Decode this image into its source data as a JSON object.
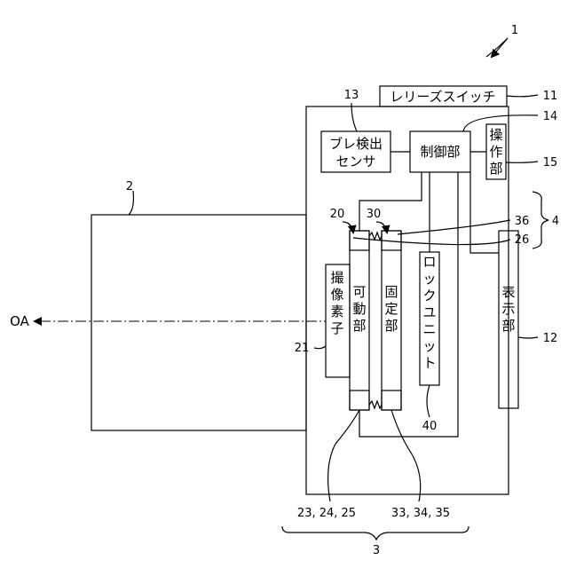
{
  "boxes": {
    "release_switch": "レリーズスイッチ",
    "shake_sensor_line1": "ブレ検出",
    "shake_sensor_line2": "センサ",
    "control_unit": "制御部",
    "operation_unit": "操作部",
    "image_sensor": "撮像素子",
    "movable_part": "可動部",
    "fixed_part": "固定部",
    "lock_unit": "ロックユニット",
    "display_unit": "表示部"
  },
  "refs": {
    "device": "1",
    "lens": "2",
    "assembly": "3",
    "stabilizer": "4",
    "release_switch": "11",
    "display": "12",
    "shake_sensor": "13",
    "control": "14",
    "operation": "15",
    "movable": "20",
    "image_sensor": "21",
    "movable_members": "23, 24, 25",
    "ref_26": "26",
    "fixed": "30",
    "fixed_members": "33, 34, 35",
    "ref_36": "36",
    "lock": "40"
  },
  "axis_label": "OA"
}
